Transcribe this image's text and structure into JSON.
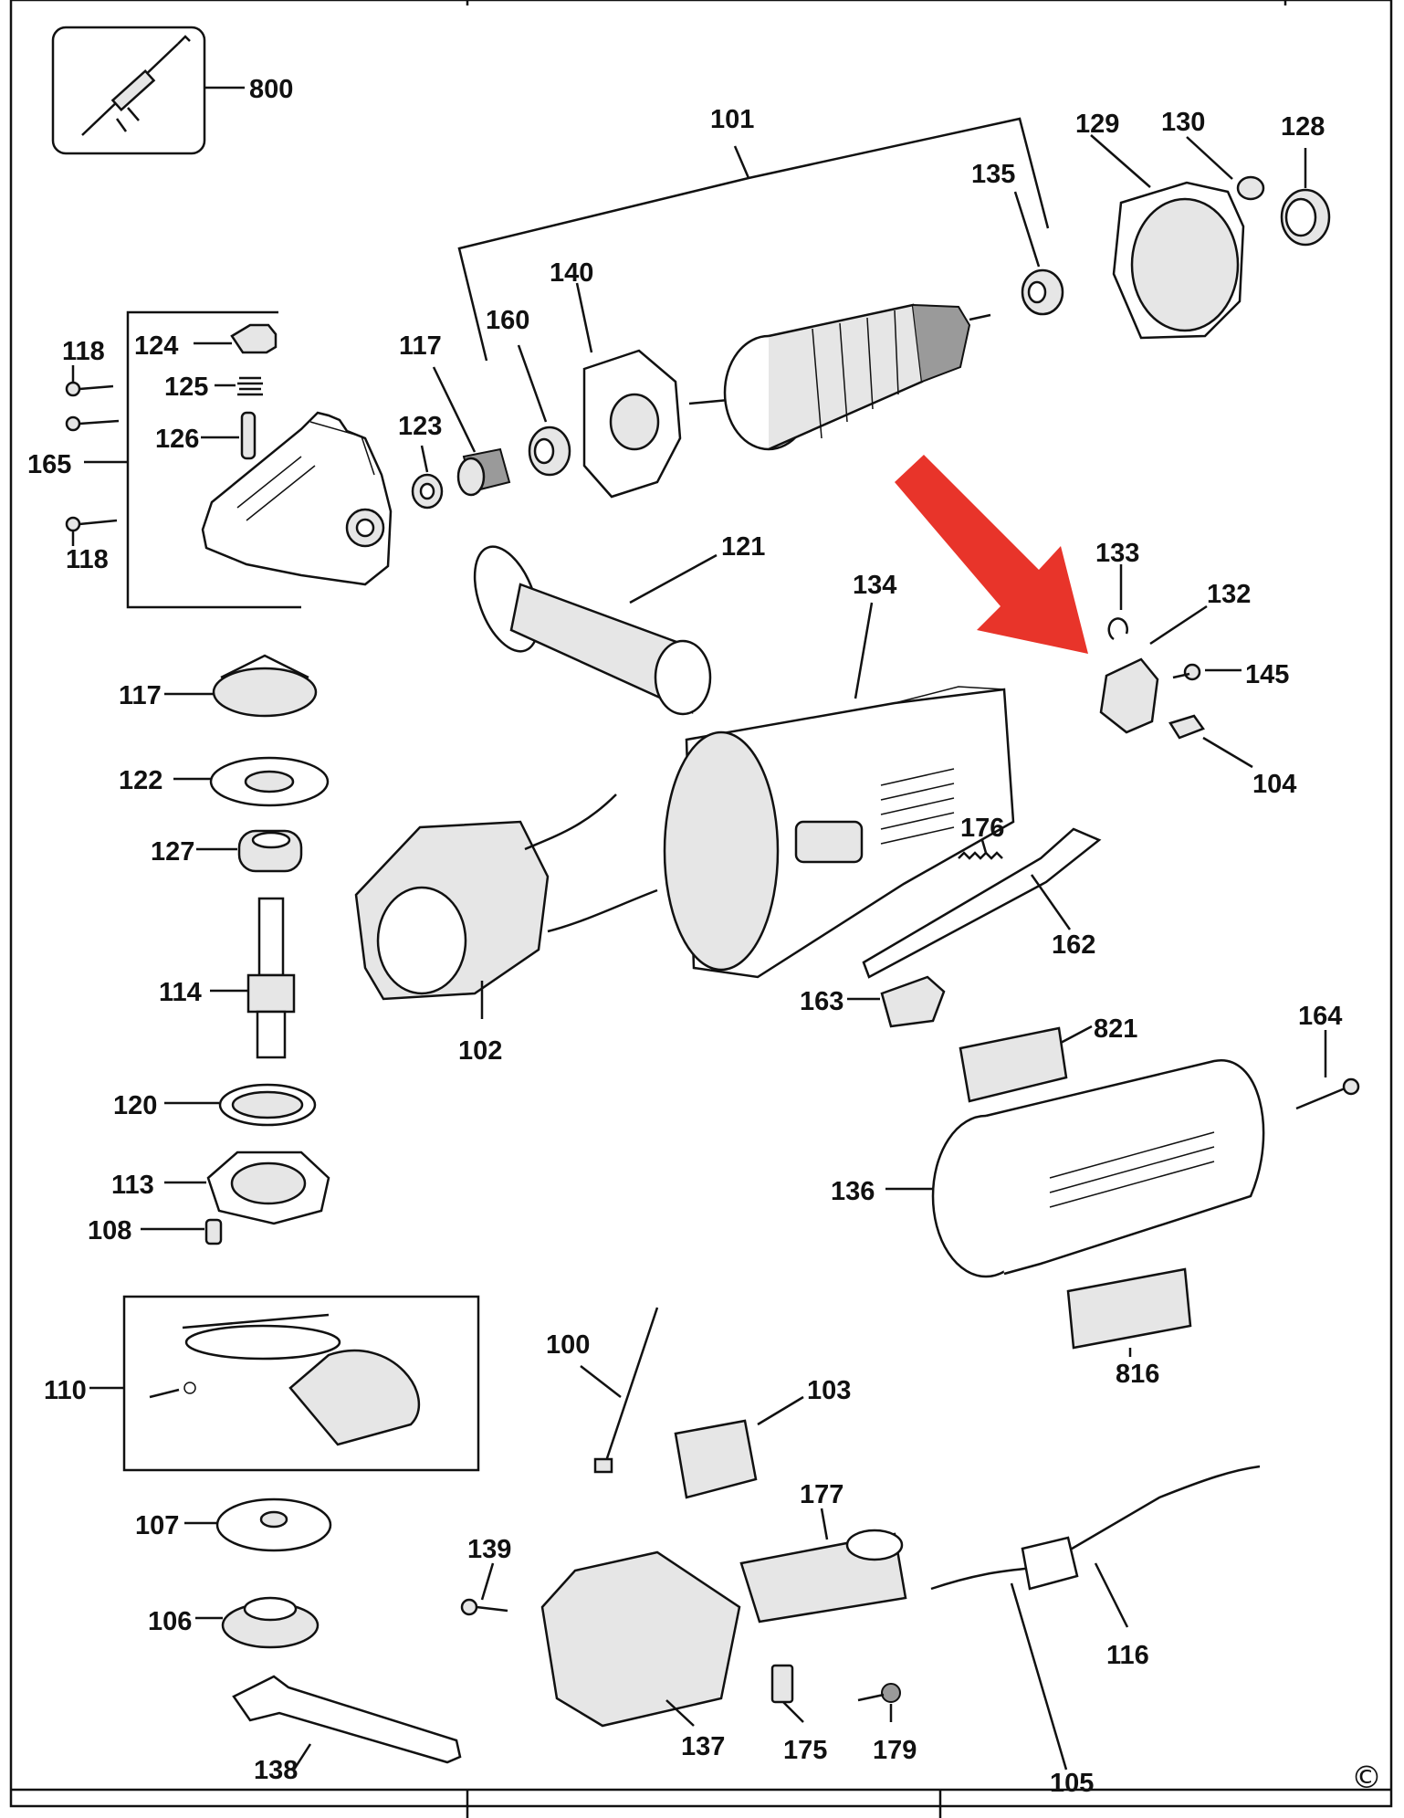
{
  "labels": {
    "800": "800",
    "101": "101",
    "129": "129",
    "130": "130",
    "128": "128",
    "135": "135",
    "140": "140",
    "160": "160",
    "117a": "117",
    "118a": "118",
    "124": "124",
    "125": "125",
    "126": "126",
    "165": "165",
    "118b": "118",
    "123": "123",
    "121": "121",
    "134": "134",
    "133": "133",
    "132": "132",
    "145": "145",
    "104": "104",
    "117b": "117",
    "122": "122",
    "127": "127",
    "114": "114",
    "176": "176",
    "162": "162",
    "102": "102",
    "163": "163",
    "821": "821",
    "164": "164",
    "120": "120",
    "113": "113",
    "136": "136",
    "108": "108",
    "110": "110",
    "100": "100",
    "103": "103",
    "816": "816",
    "177": "177",
    "107": "107",
    "139": "139",
    "106": "106",
    "116": "116",
    "137": "137",
    "175": "175",
    "179": "179",
    "138": "138",
    "105": "105"
  },
  "copyright_symbol": "©",
  "colors": {
    "pointer_arrow": "#e8342a",
    "line": "#111111",
    "background": "#ffffff"
  }
}
